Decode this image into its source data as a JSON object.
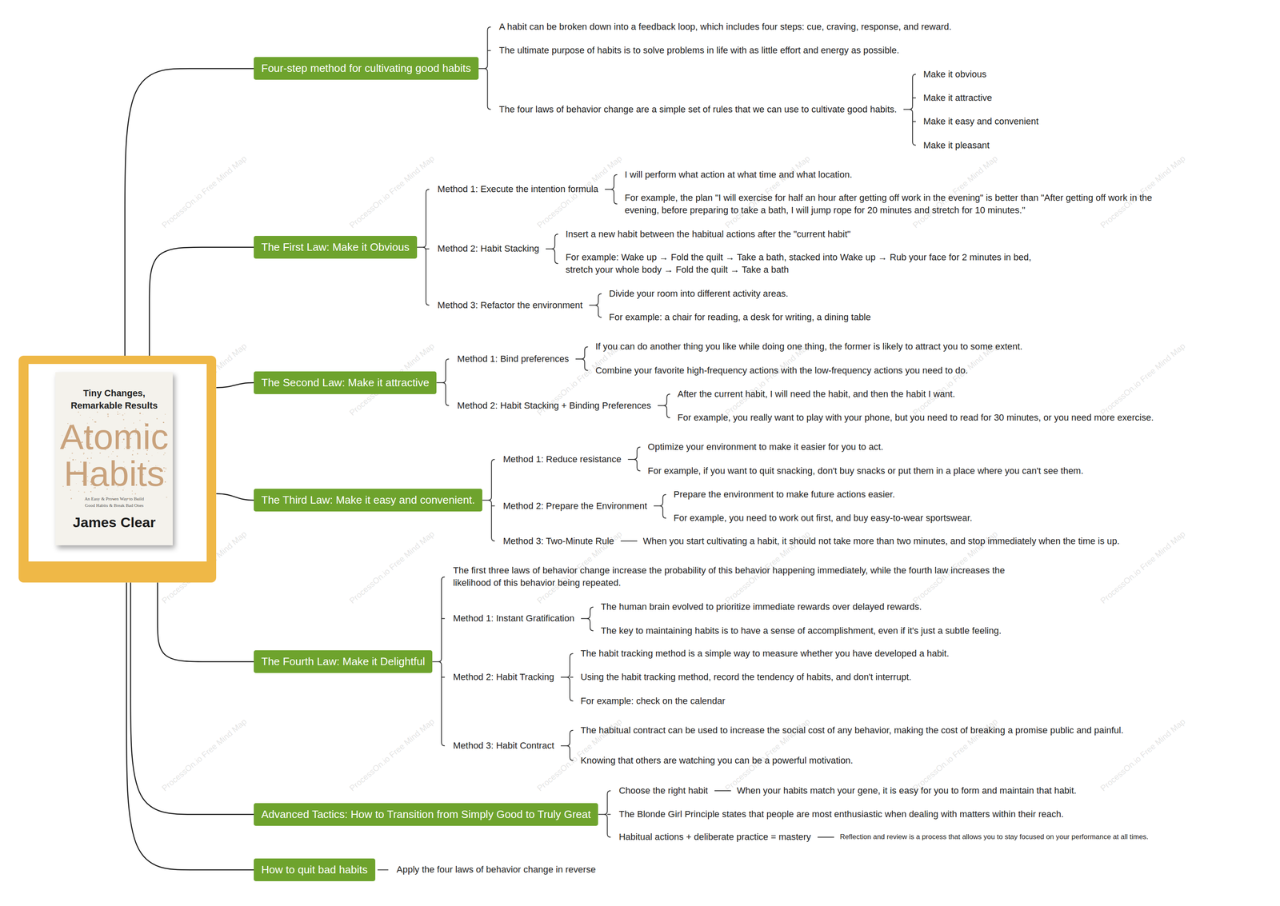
{
  "diagram": {
    "nodes": [
      {
        "text": [
          "Tiny Changes, Remarkable Results",
          "Atomic Habits",
          "An Easy & Proven Way to Build Good Habits & Break Bad Ones",
          "James Clear"
        ]
      },
      {
        "text": [
          "Four-step method for cultivating good habits"
        ]
      },
      {
        "text": [
          "The First Law: Make it Obvious"
        ]
      },
      {
        "text": [
          "The Second Law: Make it attractive"
        ]
      },
      {
        "text": [
          "The Third Law: Make it easy and convenient."
        ]
      },
      {
        "text": [
          "The Fourth Law: Make it Delightful"
        ]
      },
      {
        "text": [
          "Advanced Tactics: How to Transition from Simply Good to Truly Great"
        ]
      },
      {
        "text": [
          "How to quit bad habits"
        ]
      }
    ],
    "edges": [
      {
        "from": 0,
        "to": 1,
        "arrow": "none"
      },
      {
        "from": 0,
        "to": 2,
        "arrow": "none"
      },
      {
        "from": 0,
        "to": 3,
        "arrow": "none"
      },
      {
        "from": 0,
        "to": 4,
        "arrow": "none"
      },
      {
        "from": 0,
        "to": 5,
        "arrow": "none"
      },
      {
        "from": 0,
        "to": 6,
        "arrow": "none"
      },
      {
        "from": 0,
        "to": 7,
        "arrow": "none"
      }
    ],
    "labels": [
      "A habit can be broken down into a feedback loop, which includes four steps: cue, craving, response, and reward.",
      "The ultimate purpose of habits is to solve problems in life with as little effort and energy as possible.",
      "The four laws of behavior change are a simple set of rules that we can use to cultivate good habits.",
      "Make it obvious",
      "Make it attractive",
      "Make it easy and convenient",
      "Make it pleasant",
      "Method 1: Execute the intention formula",
      "I will perform what action at what time and what location.",
      "For example, the plan \"I will exercise for half an hour after getting off work in the evening\" is better than \"After getting off work in the evening, before preparing to take a bath, I will jump rope for 20 minutes and stretch for 10 minutes.\"",
      "Method 2: Habit Stacking",
      "Insert a new habit between the habitual actions after the \"current habit\"",
      "For example: Wake up → Fold the quilt → Take a bath, stacked into Wake up → Rub your face for 2 minutes in bed, stretch your whole body → Fold the quilt → Take a bath",
      "Method 3: Refactor the environment",
      "Divide your room into different activity areas.",
      "For example: a chair for reading, a desk for writing, a dining table",
      "Method 1: Bind preferences",
      "If you can do another thing you like while doing one thing, the former is likely to attract you to some extent.",
      "Combine your favorite high-frequency actions with the low-frequency actions you need to do.",
      "Method 2: Habit Stacking + Binding Preferences",
      "After the current habit, I will need the habit, and then the habit I want.",
      "For example, you really want to play with your phone, but you need to read for 30 minutes, or you need more exercise.",
      "Method 1: Reduce resistance",
      "Optimize your environment to make it easier for you to act.",
      "For example, if you want to quit snacking, don't buy snacks or put them in a place where you can't see them.",
      "Method 2: Prepare the Environment",
      "Prepare the environment to make future actions easier.",
      "For example, you need to work out first, and buy easy-to-wear sportswear.",
      "Method 3: Two-Minute Rule",
      "When you start cultivating a habit, it should not take more than two minutes, and stop immediately when the time is up.",
      "The first three laws of behavior change increase the probability of this behavior happening immediately, while the fourth law increases the likelihood of this behavior being repeated.",
      "Method 1: Instant Gratification",
      "The human brain evolved to prioritize immediate rewards over delayed rewards.",
      "The key to maintaining habits is to have a sense of accomplishment, even if it's just a subtle feeling.",
      "Method 2: Habit Tracking",
      "The habit tracking method is a simple way to measure whether you have developed a habit.",
      "Using the habit tracking method, record the tendency of habits, and don't interrupt.",
      "For example: check on the calendar",
      "Method 3: Habit Contract",
      "The habitual contract can be used to increase the social cost of any behavior, making the cost of breaking a promise public and painful.",
      "Knowing that others are watching you can be a powerful motivation.",
      "Choose the right habit",
      "When your habits match your gene, it is easy for you to form and maintain that habit.",
      "The Blonde Girl Principle states that people are most enthusiastic when dealing with matters within their reach.",
      "Habitual actions + deliberate practice = mastery",
      "Reflection and review is a process that allows you to stay focused on your performance at all times.",
      "Apply the four laws of behavior change in reverse",
      "ProcessOn.io Free Mind Map",
      "ProcessOn.io Free Mind Map",
      "ProcessOn.io Free Mind Map",
      "ProcessOn.io Free Mind Map",
      "ProcessOn.io Free Mind Map",
      "ProcessOn.io Free Mind Map",
      "ProcessOn.io Free Mind Map",
      "ProcessOn.io Free Mind Map",
      "ProcessOn.io Free Mind Map",
      "ProcessOn.io Free Mind Map",
      "ProcessOn.io Free Mind Map",
      "ProcessOn.io Free Mind Map",
      "ProcessOn.io Free Mind Map",
      "ProcessOn.io Free Mind Map",
      "ProcessOn.io Free Mind Map",
      "ProcessOn.io Free Mind Map",
      "ProcessOn.io Free Mind Map",
      "ProcessOn.io Free Mind Map",
      "ProcessOn.io Free Mind Map",
      "ProcessOn.io Free Mind Map",
      "ProcessOn.io Free Mind Map",
      "ProcessOn.io Free Mind Map",
      "ProcessOn.io Free Mind Map",
      "ProcessOn.io Free Mind Map"
    ]
  }
}
